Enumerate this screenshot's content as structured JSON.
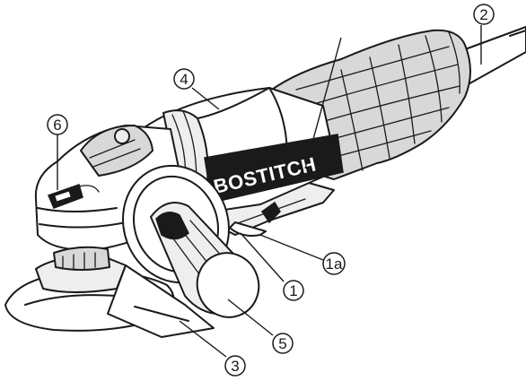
{
  "figure": {
    "brand_text": "BOSTITCH",
    "callouts": [
      {
        "id": "1",
        "label": "1"
      },
      {
        "id": "1a",
        "label": "1a"
      },
      {
        "id": "2",
        "label": "2"
      },
      {
        "id": "3",
        "label": "3"
      },
      {
        "id": "4",
        "label": "4"
      },
      {
        "id": "5",
        "label": "5"
      },
      {
        "id": "6",
        "label": "6"
      }
    ]
  }
}
